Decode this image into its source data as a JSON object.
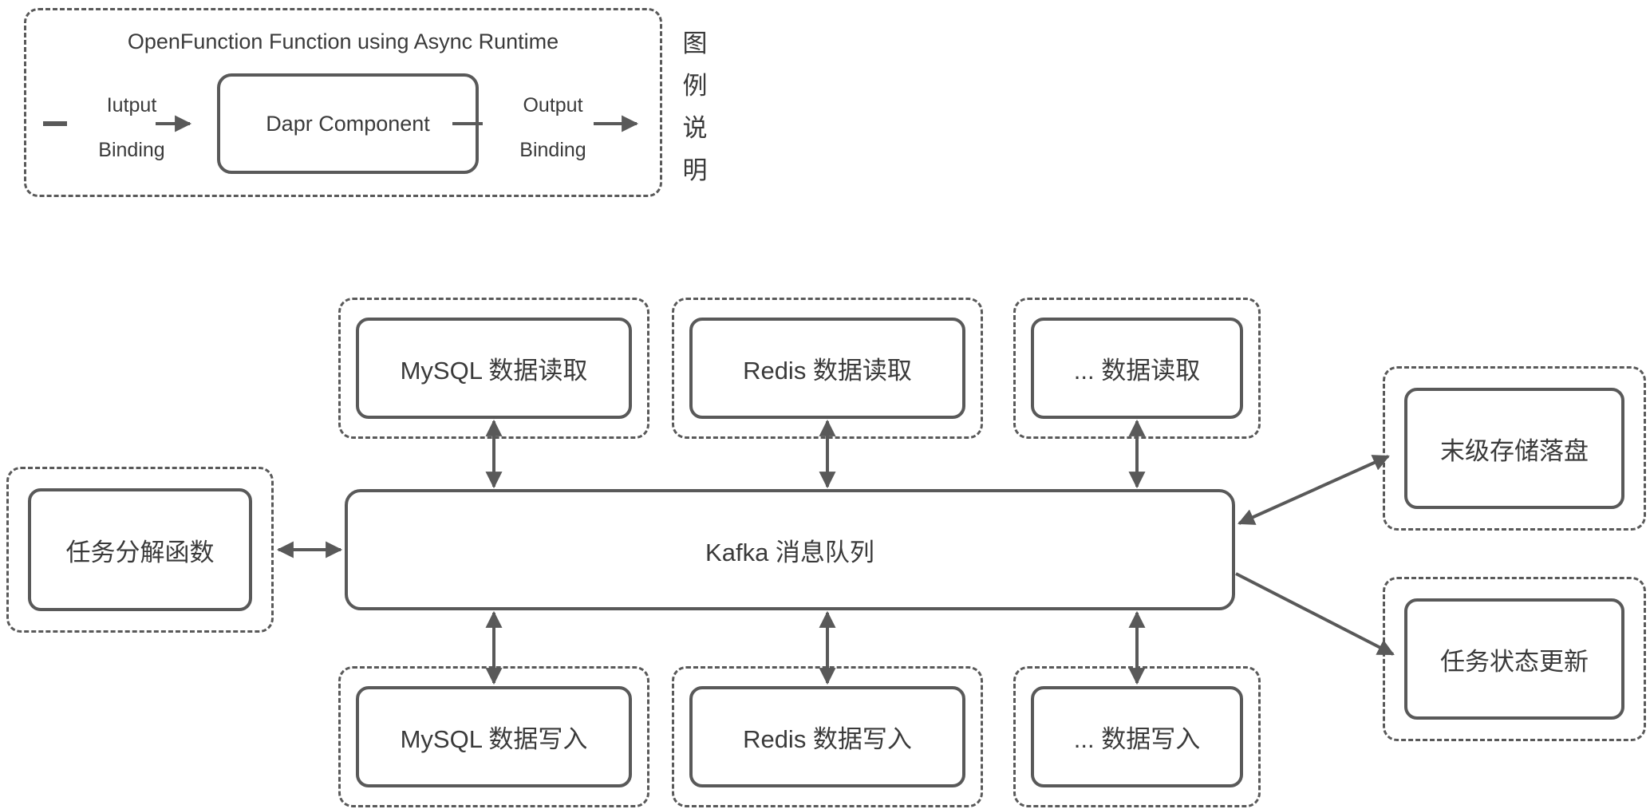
{
  "legend": {
    "title": "OpenFunction Function using Async Runtime",
    "input_binding": "Iutput Binding",
    "component": "Dapr Component",
    "output_binding": "Output Binding",
    "side_label": "图例说明"
  },
  "nodes": {
    "task_split": "任务分解函数",
    "kafka": "Kafka 消息队列",
    "mysql_read": "MySQL 数据读取",
    "redis_read": "Redis 数据读取",
    "other_read": "... 数据读取",
    "mysql_write": "MySQL 数据写入",
    "redis_write": "Redis 数据写入",
    "other_write": "... 数据写入",
    "final_storage": "末级存储落盘",
    "task_status": "任务状态更新"
  },
  "colors": {
    "line": "#595959",
    "text": "#3a3a3a",
    "background": "#ffffff"
  }
}
